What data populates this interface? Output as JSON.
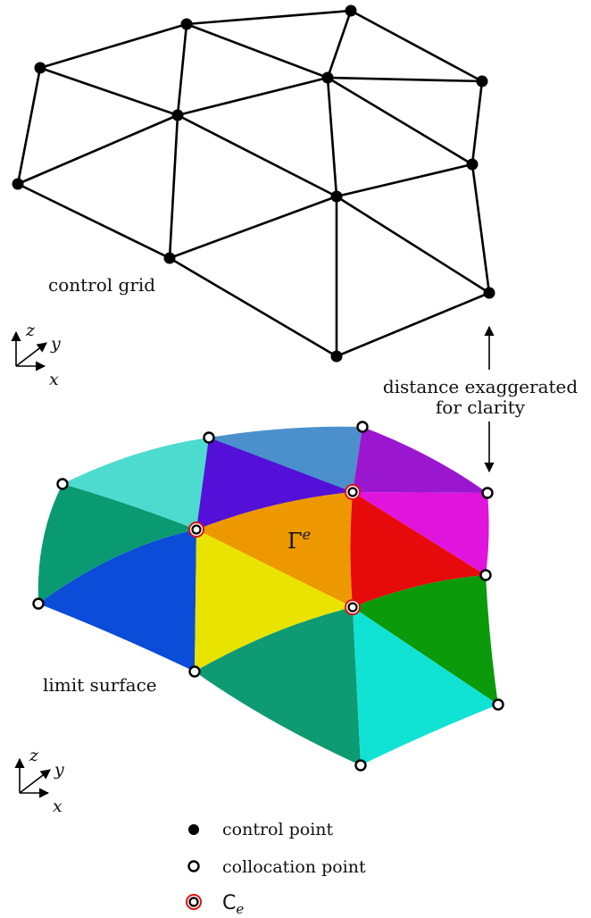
{
  "labels": {
    "control_grid": "control grid",
    "limit_surface": "limit surface",
    "distance_line1": "distance exaggerated",
    "distance_line2": "for clarity",
    "gamma_base": "Γ",
    "gamma_sup": "e"
  },
  "axes": {
    "z": "z",
    "y": "y",
    "x": "x"
  },
  "legend": {
    "control_point": "control point",
    "collocation_point": "collocation point",
    "ce_base": "C",
    "ce_sub": "e"
  },
  "patch_colors": {
    "top_left_cyan": "#4ddbd0",
    "top_blue": "#4b90cc",
    "top_purple": "#9a17cf",
    "upper_violet": "#5410d8",
    "right_magenta": "#e014dc",
    "left_green": "#0a9a72",
    "center_orange": "#ee9800",
    "center_red": "#e60a0a",
    "lower_blue": "#0b4cd8",
    "center_yellow": "#e8e400",
    "right_green": "#0a9a0a",
    "bottom_green": "#0e9a72",
    "bottom_cyan": "#10e2d4"
  }
}
